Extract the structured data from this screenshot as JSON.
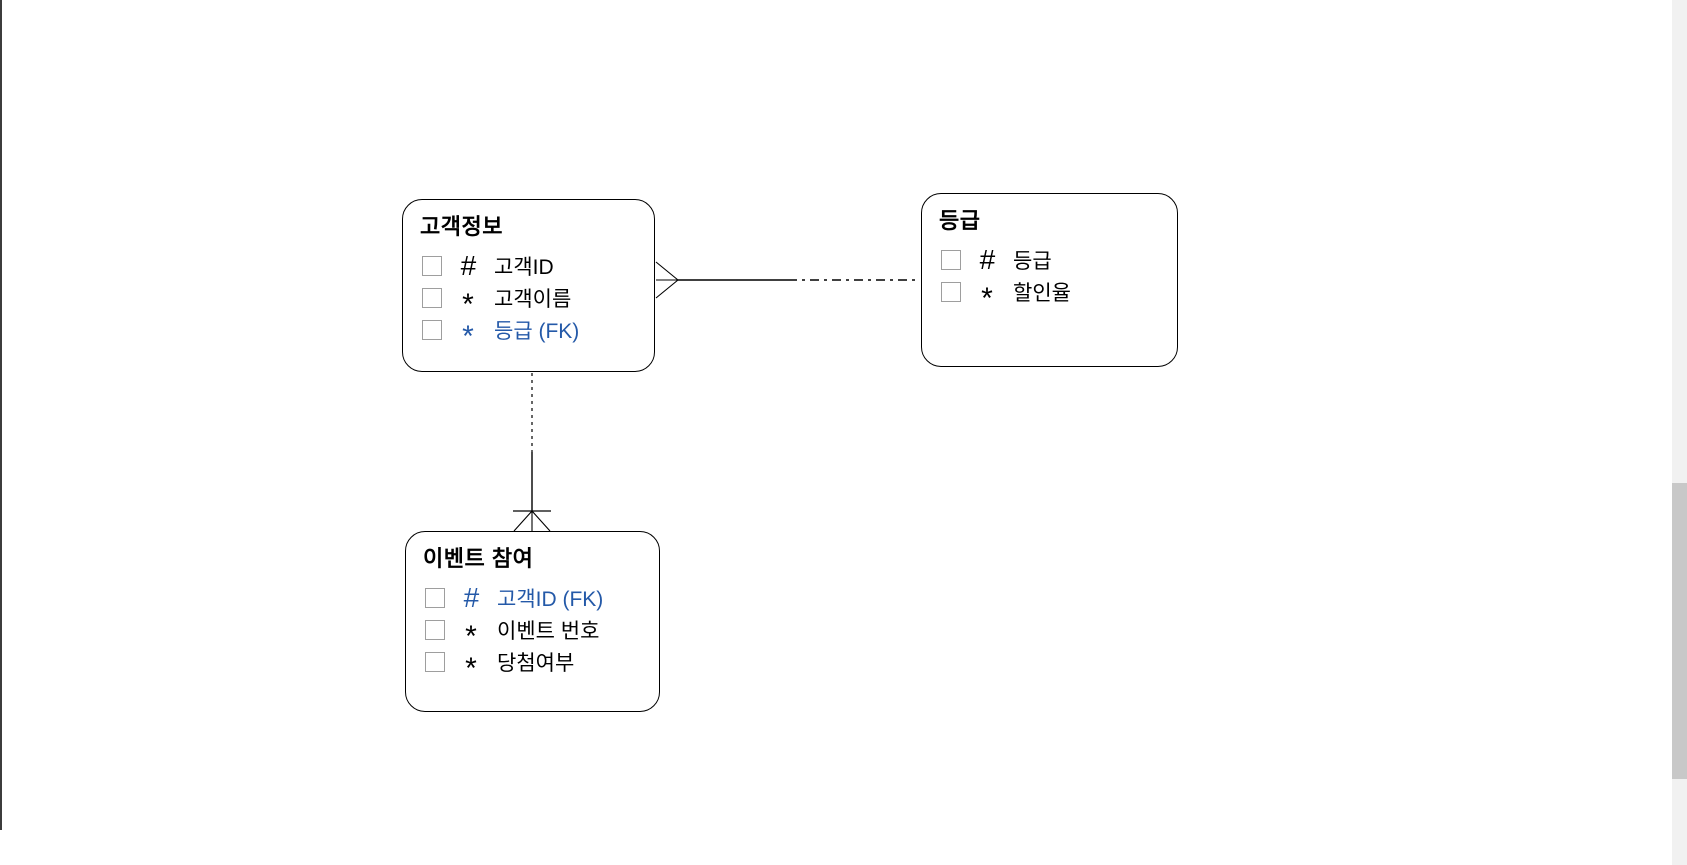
{
  "diagram": {
    "type": "entity-relationship-diagram",
    "notation": "barker-crowfoot",
    "entities": [
      {
        "id": "customer-info",
        "title": "고객정보",
        "attributes": [
          {
            "symbol": "#",
            "label": "고객ID",
            "fk": false,
            "mandatory": true,
            "primary": true
          },
          {
            "symbol": "*",
            "label": "고객이름",
            "fk": false,
            "mandatory": true,
            "primary": false
          },
          {
            "symbol": "*",
            "label": "등급 (FK)",
            "fk": true,
            "mandatory": true,
            "primary": false
          }
        ]
      },
      {
        "id": "grade",
        "title": "등급",
        "attributes": [
          {
            "symbol": "#",
            "label": "등급",
            "fk": false,
            "mandatory": true,
            "primary": true
          },
          {
            "symbol": "*",
            "label": "할인율",
            "fk": false,
            "mandatory": true,
            "primary": false
          }
        ]
      },
      {
        "id": "event-participation",
        "title": "이벤트 참여",
        "attributes": [
          {
            "symbol": "#",
            "label": "고객ID (FK)",
            "fk": true,
            "mandatory": true,
            "primary": true
          },
          {
            "symbol": "*",
            "label": "이벤트 번호",
            "fk": false,
            "mandatory": true,
            "primary": false
          },
          {
            "symbol": "*",
            "label": "당첨여부",
            "fk": false,
            "mandatory": true,
            "primary": false
          }
        ]
      }
    ],
    "relationships": [
      {
        "from": "고객정보",
        "to": "등급",
        "from_cardinality": "many (crow's foot)",
        "from_optionality": "mandatory (solid half)",
        "to_cardinality": "one",
        "to_optionality": "optional (dashed half)"
      },
      {
        "from": "고객정보",
        "to": "이벤트 참여",
        "from_cardinality": "one",
        "from_optionality": "optional (dashed half)",
        "to_cardinality": "many (crow's foot)",
        "to_optionality": "mandatory (solid half)",
        "identifying_uid_bar": true
      }
    ]
  },
  "colors": {
    "foreign_key_text": "#2459A8",
    "entity_border": "#000000",
    "attribute_checkbox_border": "#9E9E9E",
    "canvas_background": "#FFFFFF",
    "left_border": "#3C3C3C",
    "scrollbar_track": "#F1F1F1",
    "scrollbar_thumb": "#C8C8C8"
  }
}
